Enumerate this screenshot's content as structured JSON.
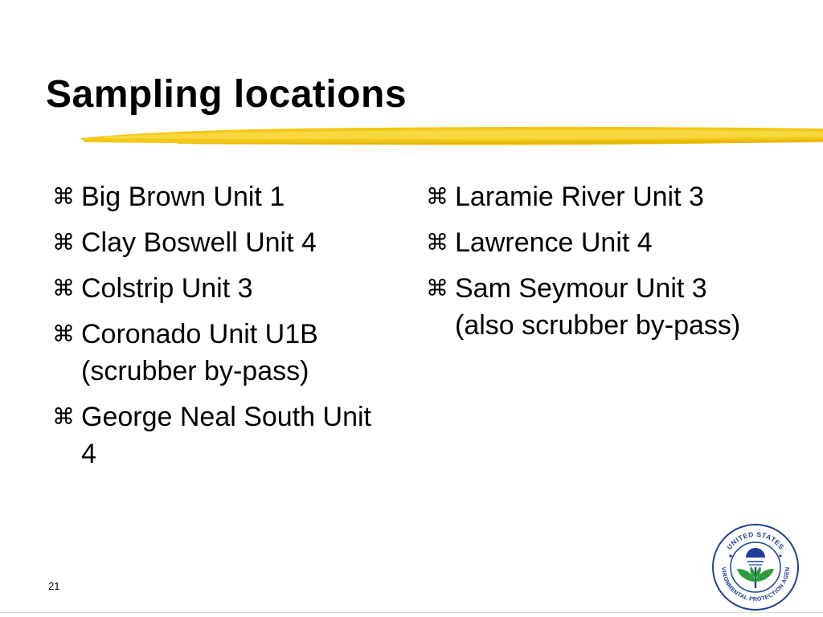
{
  "slide": {
    "title": "Sampling locations",
    "bullet_glyph": "⌘",
    "left_column": [
      {
        "text": "Big Brown Unit 1"
      },
      {
        "text": "Clay Boswell Unit 4"
      },
      {
        "text": "Colstrip Unit 3"
      },
      {
        "text": "Coronado Unit U1B (scrubber by-pass)"
      },
      {
        "text": "George Neal South Unit 4"
      }
    ],
    "right_column": [
      {
        "text": "Laramie River Unit 3"
      },
      {
        "text": "Lawrence Unit 4"
      },
      {
        "text": "Sam Seymour Unit 3 (also scrubber by-pass)"
      }
    ],
    "page_number": "21"
  },
  "logo": {
    "name": "epa-seal-icon",
    "top_text": "UNITED STATES",
    "bottom_text": "ENVIRONMENTAL PROTECTION AGENCY"
  },
  "colors": {
    "brush_yellow": "#f2c200",
    "brush_light": "#f7dc4a",
    "logo_blue": "#1f3f98",
    "logo_green": "#2e9b3a"
  }
}
